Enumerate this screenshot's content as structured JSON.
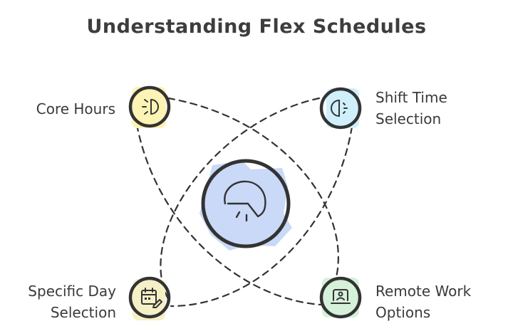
{
  "title": "Understanding Flex Schedules",
  "nodes": {
    "top_left": {
      "label": "Core Hours",
      "icon": "sun-half-icon",
      "color": "#fdf3b5"
    },
    "top_right": {
      "label": "Shift Time\nSelection",
      "icon": "half-circle-dial-icon",
      "color": "#cfeffb"
    },
    "bottom_left": {
      "label": "Specific Day\nSelection",
      "icon": "calendar-edit-icon",
      "color": "#f5f0c6"
    },
    "bottom_right": {
      "label": "Remote Work\nOptions",
      "icon": "laptop-user-icon",
      "color": "#d6f1da"
    },
    "center": {
      "icon": "speedometer-gauge-icon",
      "color": "#c9d9f7"
    }
  },
  "colors": {
    "stroke": "#333333",
    "text": "#3a3a3a"
  }
}
